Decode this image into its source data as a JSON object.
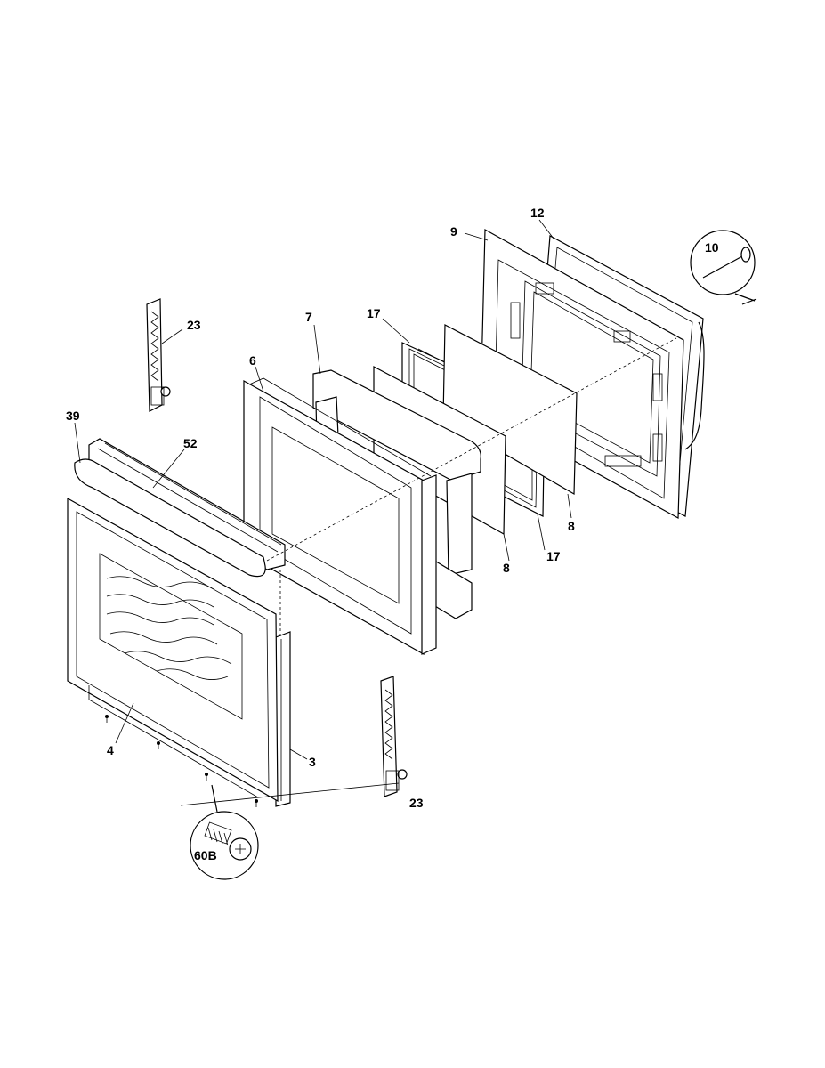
{
  "callouts": {
    "p3": "3",
    "p4": "4",
    "p6": "6",
    "p7": "7",
    "p8a": "8",
    "p8b": "8",
    "p9": "9",
    "p10": "10",
    "p12": "12",
    "p17a": "17",
    "p17b": "17",
    "p23a": "23",
    "p23b": "23",
    "p39": "39",
    "p52": "52",
    "p60b": "60B"
  }
}
